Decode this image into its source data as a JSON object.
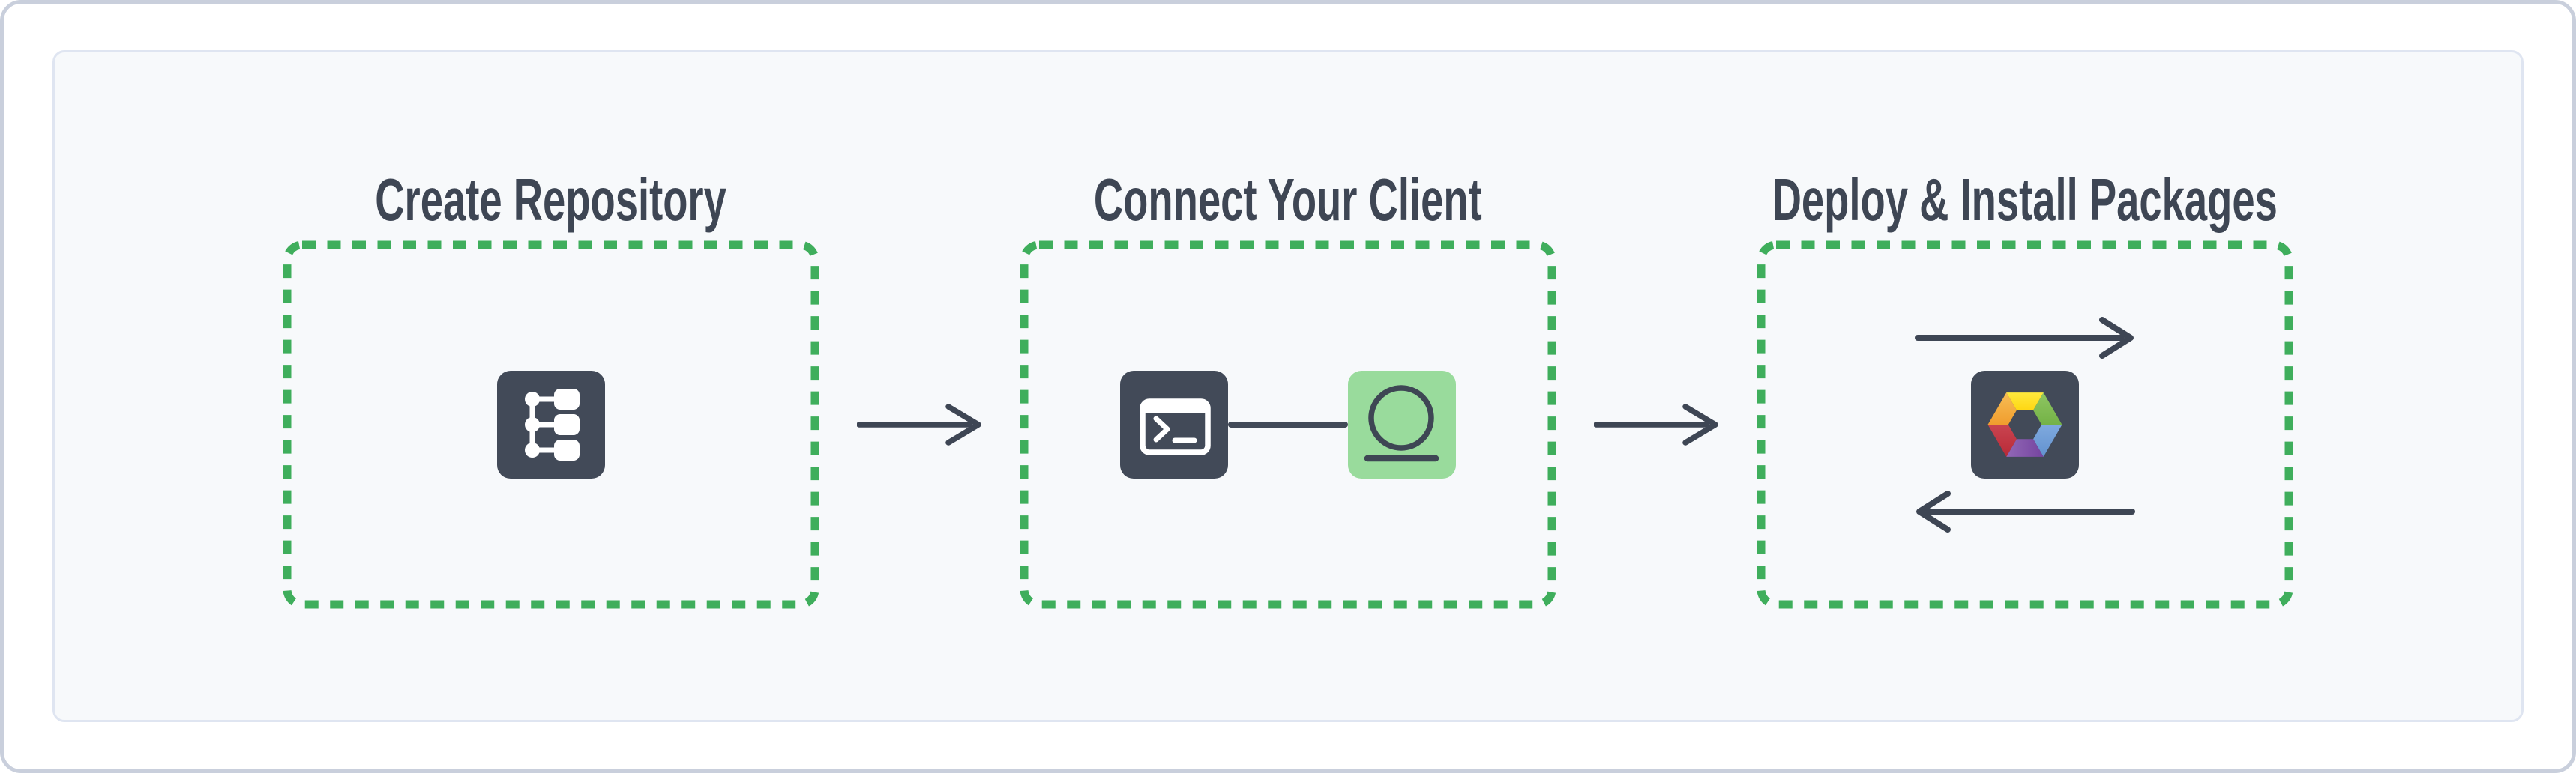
{
  "diagram": {
    "steps": [
      {
        "title": "Create Repository",
        "icons": [
          "repository-tree-icon"
        ]
      },
      {
        "title": "Connect Your Client",
        "icons": [
          "terminal-icon",
          "client-icon"
        ]
      },
      {
        "title": "Deploy & Install Packages",
        "icons": [
          "upload-arrow-icon",
          "package-hexagon-icon",
          "download-arrow-icon"
        ]
      }
    ],
    "connectors": [
      "flow-arrow-right-icon",
      "flow-arrow-right-icon"
    ],
    "colors": {
      "page_bg": "#ffffff",
      "frame_border": "#c9cfdc",
      "panel_bg": "#f7f9fb",
      "panel_border": "#dfe5f1",
      "dashed_box_green": "#3fae5c",
      "icon_slate": "#424a58",
      "arrow_slate": "#3e4654",
      "title_text": "#3e4654",
      "client_icon_bg": "#99db9c",
      "glyph_white": "#ffffff",
      "hexagon_segments": {
        "top": "#ffdf1b",
        "top_right": "#7cb94e",
        "bottom_right": "#6c9bd2",
        "bottom": "#7e4fa0",
        "bottom_left": "#c2333e",
        "top_left": "#f3a73a"
      }
    }
  }
}
